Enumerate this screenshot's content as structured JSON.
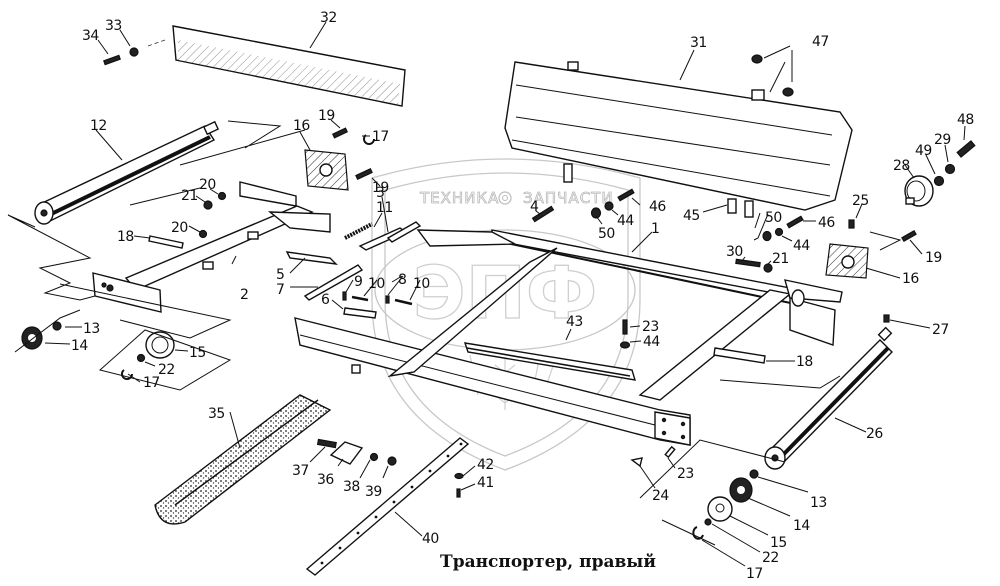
{
  "diagram": {
    "title": "Транспортер, правый",
    "watermark": {
      "left_text": "ТЕХНИКА",
      "right_text": "ЗАПЧАСТИ",
      "emblem_letters": "ЭПФ",
      "gear_icon": "gear-icon"
    },
    "callouts": [
      {
        "id": "c34",
        "label": "34"
      },
      {
        "id": "c33",
        "label": "33"
      },
      {
        "id": "c32",
        "label": "32"
      },
      {
        "id": "c31",
        "label": "31"
      },
      {
        "id": "c47",
        "label": "47"
      },
      {
        "id": "c12",
        "label": "12"
      },
      {
        "id": "c16a",
        "label": "16"
      },
      {
        "id": "c19a",
        "label": "19"
      },
      {
        "id": "c17a",
        "label": "17"
      },
      {
        "id": "c19b",
        "label": "19"
      },
      {
        "id": "c20a",
        "label": "20"
      },
      {
        "id": "c21a",
        "label": "21"
      },
      {
        "id": "c20b",
        "label": "20"
      },
      {
        "id": "c18a",
        "label": "18"
      },
      {
        "id": "c11",
        "label": "11"
      },
      {
        "id": "c3",
        "label": "3"
      },
      {
        "id": "c4",
        "label": "4"
      },
      {
        "id": "c50a",
        "label": "50"
      },
      {
        "id": "c44a",
        "label": "44"
      },
      {
        "id": "c46a",
        "label": "46"
      },
      {
        "id": "c1",
        "label": "1"
      },
      {
        "id": "c45",
        "label": "45"
      },
      {
        "id": "c50b",
        "label": "50"
      },
      {
        "id": "c46b",
        "label": "46"
      },
      {
        "id": "c44b",
        "label": "44"
      },
      {
        "id": "c48",
        "label": "48"
      },
      {
        "id": "c29",
        "label": "29"
      },
      {
        "id": "c49",
        "label": "49"
      },
      {
        "id": "c28",
        "label": "28"
      },
      {
        "id": "c25",
        "label": "25"
      },
      {
        "id": "c19c",
        "label": "19"
      },
      {
        "id": "c16b",
        "label": "16"
      },
      {
        "id": "c30",
        "label": "30"
      },
      {
        "id": "c21b",
        "label": "21"
      },
      {
        "id": "c2",
        "label": "2"
      },
      {
        "id": "c5",
        "label": "5"
      },
      {
        "id": "c7",
        "label": "7"
      },
      {
        "id": "c9",
        "label": "9"
      },
      {
        "id": "c10a",
        "label": "10"
      },
      {
        "id": "c8",
        "label": "8"
      },
      {
        "id": "c10b",
        "label": "10"
      },
      {
        "id": "c6",
        "label": "6"
      },
      {
        "id": "c13a",
        "label": "13"
      },
      {
        "id": "c14a",
        "label": "14"
      },
      {
        "id": "c15a",
        "label": "15"
      },
      {
        "id": "c22a",
        "label": "22"
      },
      {
        "id": "c17b",
        "label": "17"
      },
      {
        "id": "c43",
        "label": "43"
      },
      {
        "id": "c23a",
        "label": "23"
      },
      {
        "id": "c44c",
        "label": "44"
      },
      {
        "id": "c18b",
        "label": "18"
      },
      {
        "id": "c27",
        "label": "27"
      },
      {
        "id": "c26",
        "label": "26"
      },
      {
        "id": "c35",
        "label": "35"
      },
      {
        "id": "c37",
        "label": "37"
      },
      {
        "id": "c36",
        "label": "36"
      },
      {
        "id": "c38",
        "label": "38"
      },
      {
        "id": "c39",
        "label": "39"
      },
      {
        "id": "c42",
        "label": "42"
      },
      {
        "id": "c41",
        "label": "41"
      },
      {
        "id": "c40",
        "label": "40"
      },
      {
        "id": "c24",
        "label": "24"
      },
      {
        "id": "c23b",
        "label": "23"
      },
      {
        "id": "c13b",
        "label": "13"
      },
      {
        "id": "c14b",
        "label": "14"
      },
      {
        "id": "c15b",
        "label": "15"
      },
      {
        "id": "c22b",
        "label": "22"
      },
      {
        "id": "c17c",
        "label": "17"
      }
    ]
  }
}
